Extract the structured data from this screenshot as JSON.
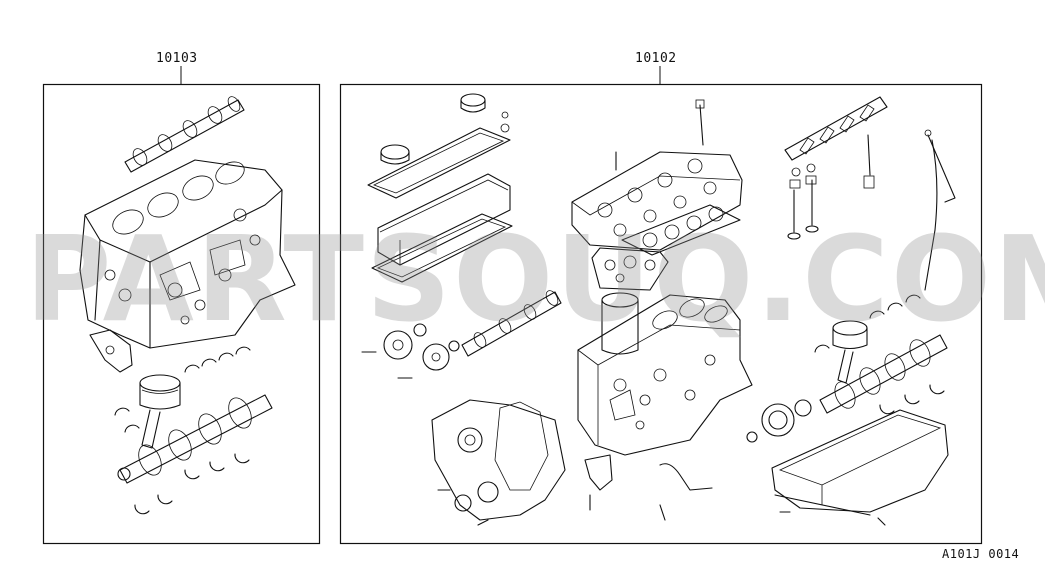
{
  "assemblies": [
    {
      "part_number": "10103"
    },
    {
      "part_number": "10102"
    }
  ],
  "diagram_code": "A101J 0014",
  "watermark": "PARTSOUQ.COM"
}
